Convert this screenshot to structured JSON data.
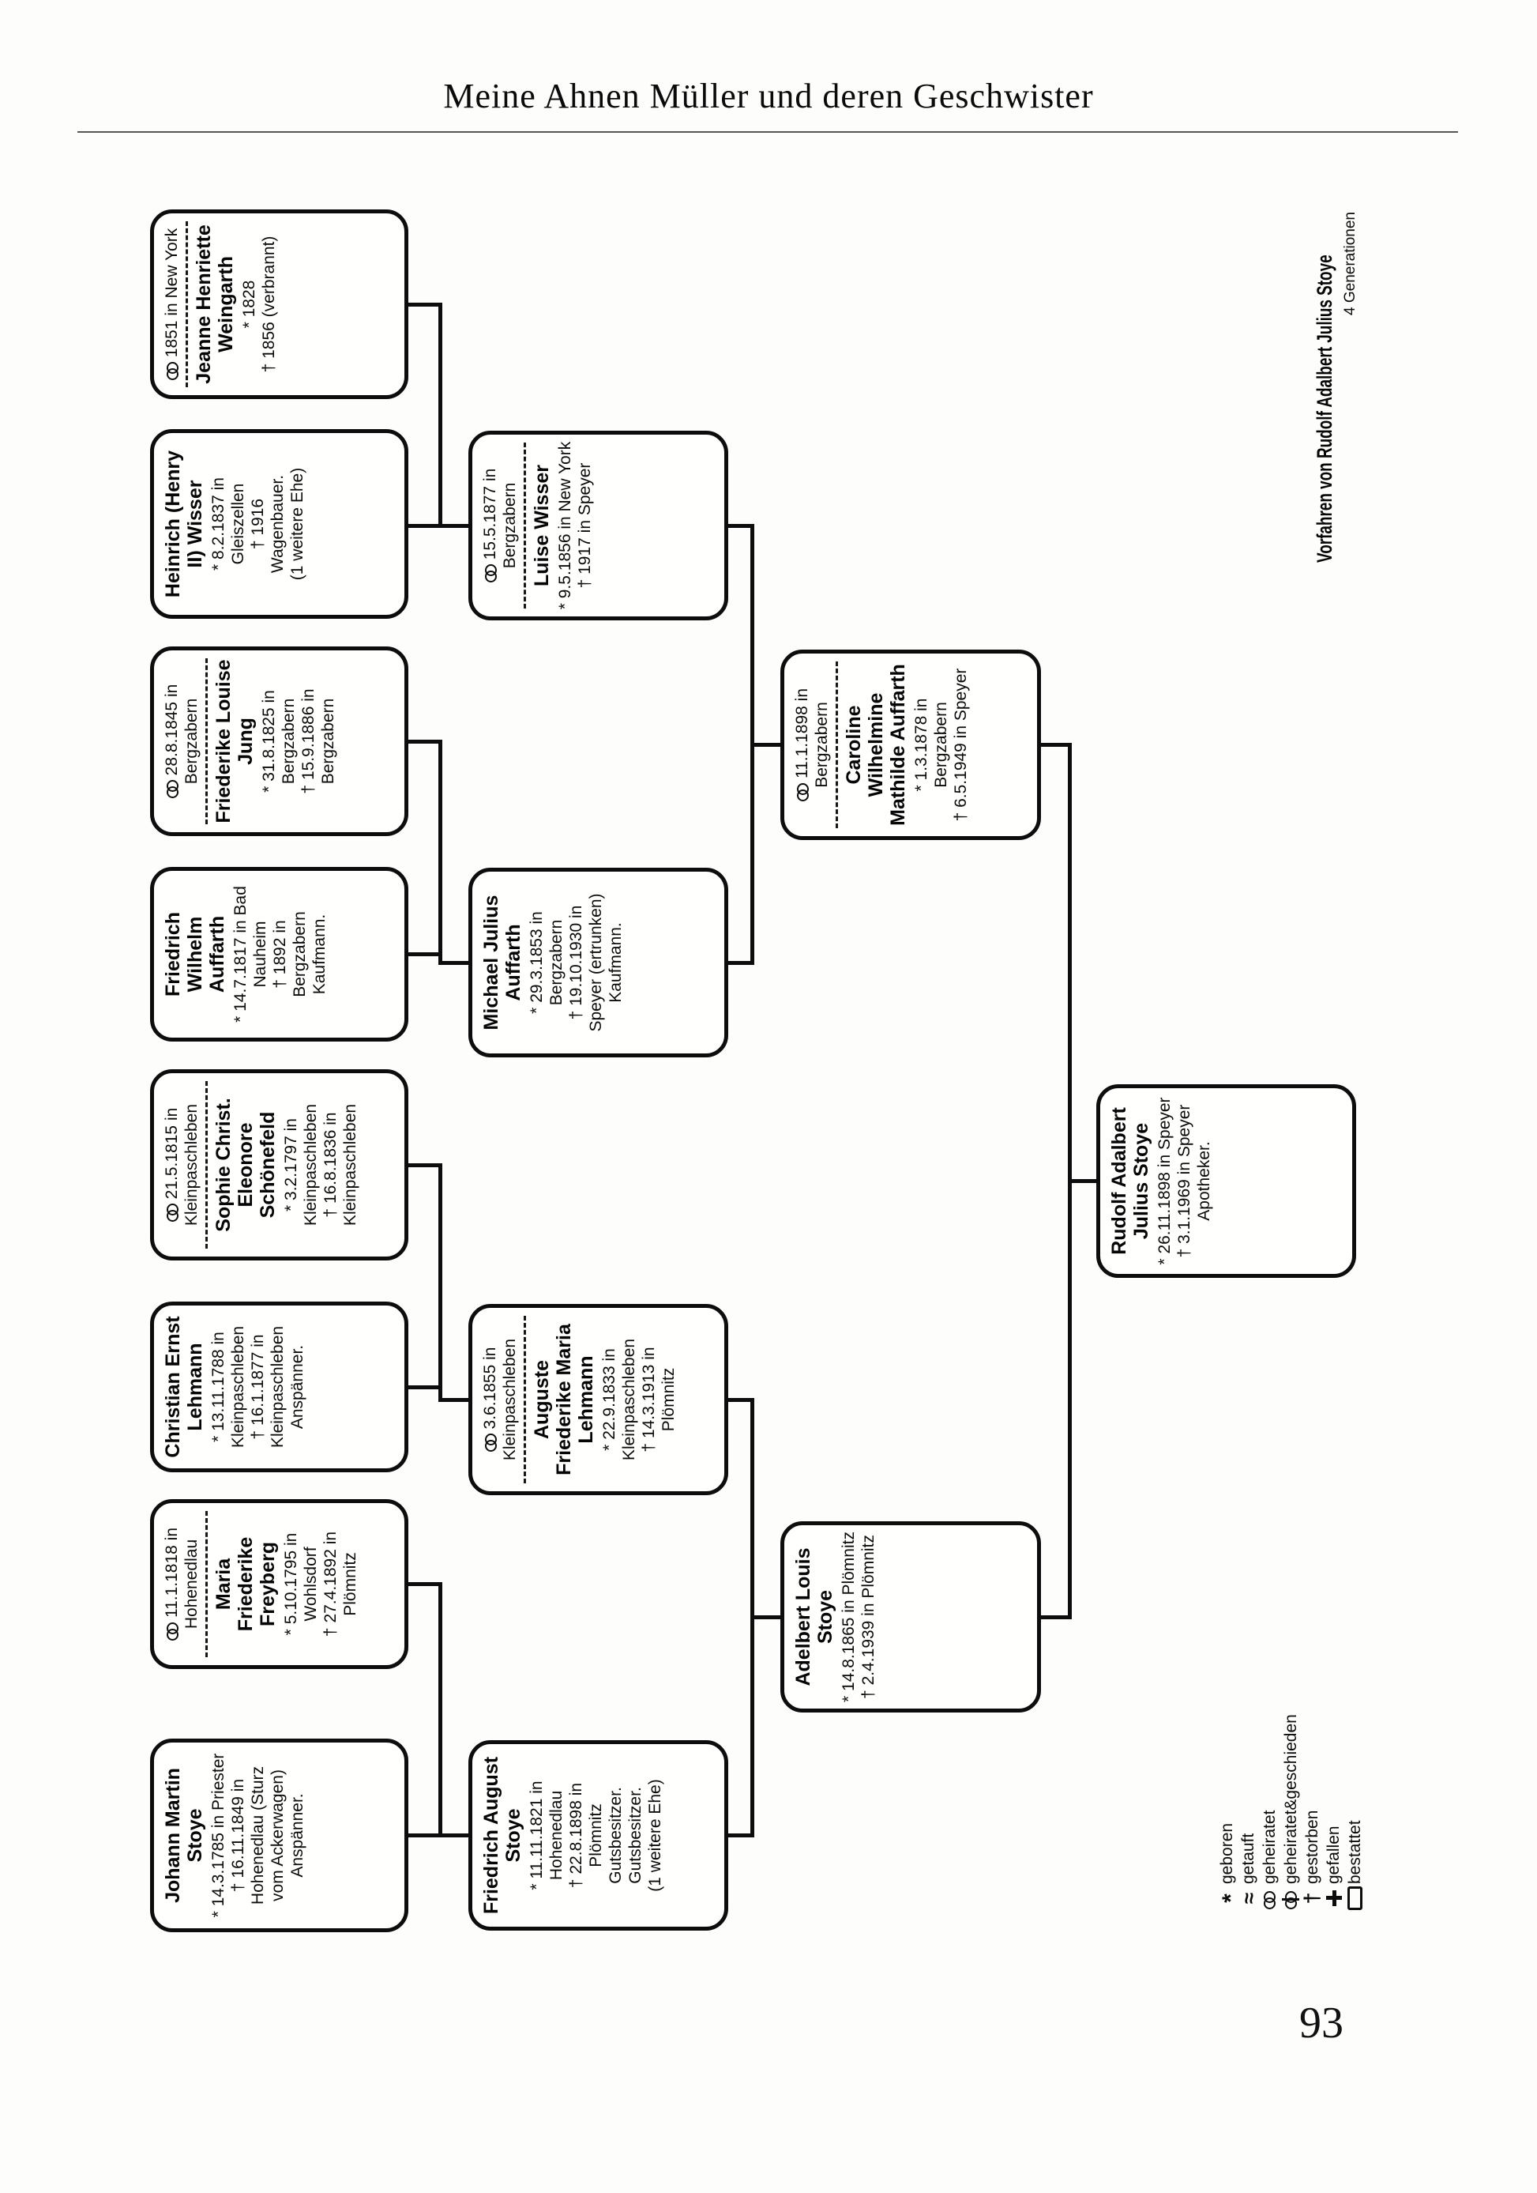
{
  "page": {
    "header_title": "Meine Ahnen Müller und deren Geschwister",
    "page_number": "93"
  },
  "chart": {
    "title": "Vorfahren von Rudolf Adalbert Julius Stoye",
    "subtitle": "4 Generationen"
  },
  "people": {
    "johann_martin_stoye": {
      "name": "Johann Martin Stoye",
      "details": "* 14.3.1785 in Priester\n† 16.11.1849 in Hohenedlau (Sturz vom Ackerwagen)\nAnspänner."
    },
    "maria_friederike_freyberg": {
      "marriage": "11.1.1818 in Hohenedlau",
      "name": "Maria Friederike Freyberg",
      "details": "* 5.10.1795 in Wohlsdorf\n† 27.4.1892 in Plömnitz"
    },
    "christian_ernst_lehmann": {
      "name": "Christian Ernst Lehmann",
      "details": "* 13.11.1788 in Kleinpaschleben\n† 16.1.1877 in Kleinpaschleben\nAnspänner."
    },
    "sophie_schoenefeld": {
      "marriage": "21.5.1815 in Kleinpaschleben",
      "name": "Sophie Christ. Eleonore Schönefeld",
      "details": "* 3.2.1797 in Kleinpaschleben\n† 16.8.1836 in Kleinpaschleben"
    },
    "friedrich_wilhelm_auffarth": {
      "name": "Friedrich Wilhelm Auffarth",
      "details": "* 14.7.1817 in Bad Nauheim\n† 1892 in Bergzabern\nKaufmann."
    },
    "friederike_louise_jung": {
      "marriage": "28.8.1845 in Bergzabern",
      "name": "Friederike Louise Jung",
      "details": "* 31.8.1825 in Bergzabern\n† 15.9.1886 in Bergzabern"
    },
    "heinrich_wisser": {
      "name": "Heinrich (Henry II) Wisser",
      "details": "* 8.2.1837 in Gleiszellen\n† 1916\nWagenbauer.\n(1 weitere Ehe)"
    },
    "jeanne_weingarth": {
      "marriage": "1851 in New York",
      "name": "Jeanne Henriette Weingarth",
      "details": "* 1828\n† 1856 (verbrannt)"
    },
    "friedrich_august_stoye": {
      "name": "Friedrich August Stoye",
      "details": "* 11.11.1821 in Hohenedlau\n† 22.8.1898 in Plömnitz\nGutsbesitzer.\nGutsbesitzer.\n(1 weitere Ehe)"
    },
    "auguste_lehmann": {
      "marriage": "3.6.1855 in Kleinpaschleben",
      "name": "Auguste Friederike Maria Lehmann",
      "details": "* 22.9.1833 in Kleinpaschleben\n† 14.3.1913 in Plömnitz"
    },
    "michael_julius_auffarth": {
      "name": "Michael Julius Auffarth",
      "details": "* 29.3.1853 in Bergzabern\n† 19.10.1930 in Speyer (ertrunken)\nKaufmann."
    },
    "luise_wisser": {
      "marriage": "15.5.1877 in Bergzabern",
      "name": "Luise Wisser",
      "details": "* 9.5.1856 in New York\n† 1917 in Speyer"
    },
    "adelbert_louis_stoye": {
      "name": "Adelbert Louis Stoye",
      "details": "* 14.8.1865 in Plömnitz\n† 2.4.1939 in Plömnitz"
    },
    "caroline_auffarth": {
      "marriage": "11.1.1898 in Bergzabern",
      "name": "Caroline Wilhelmine Mathilde Auffarth",
      "details": "* 1.3.1878 in Bergzabern\n† 6.5.1949 in Speyer"
    },
    "rudolf_stoye": {
      "name": "Rudolf Adalbert Julius Stoye",
      "details": "* 26.11.1898 in Speyer\n† 3.1.1969 in Speyer\nApotheker."
    }
  },
  "legend": {
    "items": [
      {
        "symbol": "birth-asterisk",
        "label": "geboren"
      },
      {
        "symbol": "baptism-approx",
        "label": "getauft"
      },
      {
        "symbol": "marriage-rings",
        "label": "geheiratet"
      },
      {
        "symbol": "marriage-divorced-rings",
        "label": "geheiratet&geschieden"
      },
      {
        "symbol": "death-dagger",
        "label": "gestorben"
      },
      {
        "symbol": "fallen-cross",
        "label": "gefallen"
      },
      {
        "symbol": "burial-coffin",
        "label": "bestattet"
      }
    ]
  }
}
